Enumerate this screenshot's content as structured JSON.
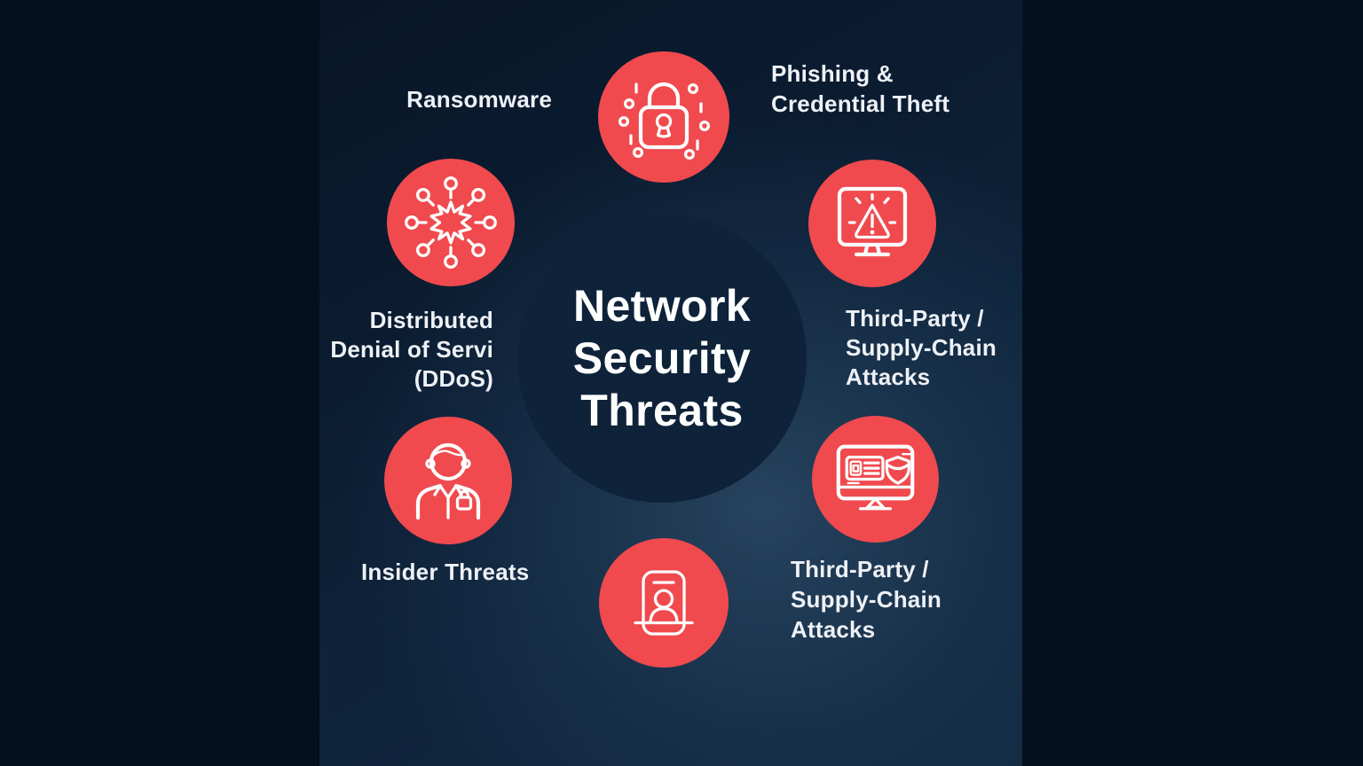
{
  "infographic": {
    "center_title_lines": [
      "Network",
      "Security",
      "Threats"
    ]
  },
  "labels": {
    "ransomware": {
      "lines": [
        "Ransomware"
      ]
    },
    "phishing": {
      "lines": [
        "Phishing &",
        "Credential Theft"
      ]
    },
    "ddos": {
      "lines": [
        "Distributed",
        "Denial of Servi",
        "(DDoS)"
      ]
    },
    "third_party_top": {
      "lines": [
        "Third-Party /",
        "Supply-Chain",
        "Attacks"
      ]
    },
    "insider": {
      "lines": [
        "Insider Threats"
      ]
    },
    "third_party_bottom": {
      "lines": [
        "Third-Party /",
        "Supply-Chain",
        "Attacks"
      ]
    }
  },
  "icons": {
    "top": "padlock-binary-icon",
    "top_left": "ddos-burst-icon",
    "top_right": "monitor-alert-icon",
    "bottom_left": "insider-person-icon",
    "bottom_right": "monitor-id-shield-icon",
    "bottom": "id-badge-icon"
  },
  "colors": {
    "background": "#05101f",
    "panel_dark": "#0b1c31",
    "panel_light": "#2a4a63",
    "node_red": "#f04a4e",
    "center_circle": "#0e2239",
    "text": "#eef1f6"
  }
}
